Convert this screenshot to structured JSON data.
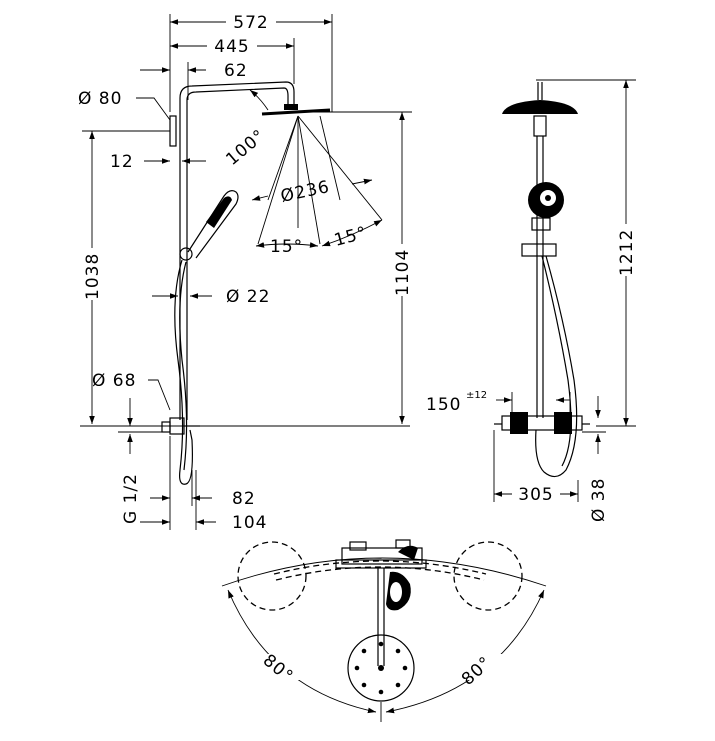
{
  "dimensions": {
    "width_572": "572",
    "width_445": "445",
    "offset_62": "62",
    "dia_80": "Ø 80",
    "angle_100": "100°",
    "wall_12": "12",
    "dia_236": "Ø236",
    "angle_15_left": "15°",
    "angle_15_right": "15°",
    "height_1038": "1038",
    "height_1104": "1104",
    "dia_22": "Ø 22",
    "dia_68": "Ø 68",
    "thread": "G 1/2",
    "depth_82": "82",
    "depth_104": "104",
    "height_1212": "1212",
    "center_150": "150",
    "tolerance": "±12",
    "width_305": "305",
    "dia_38": "Ø 38",
    "swivel_left": "80°",
    "swivel_right": "80°"
  }
}
